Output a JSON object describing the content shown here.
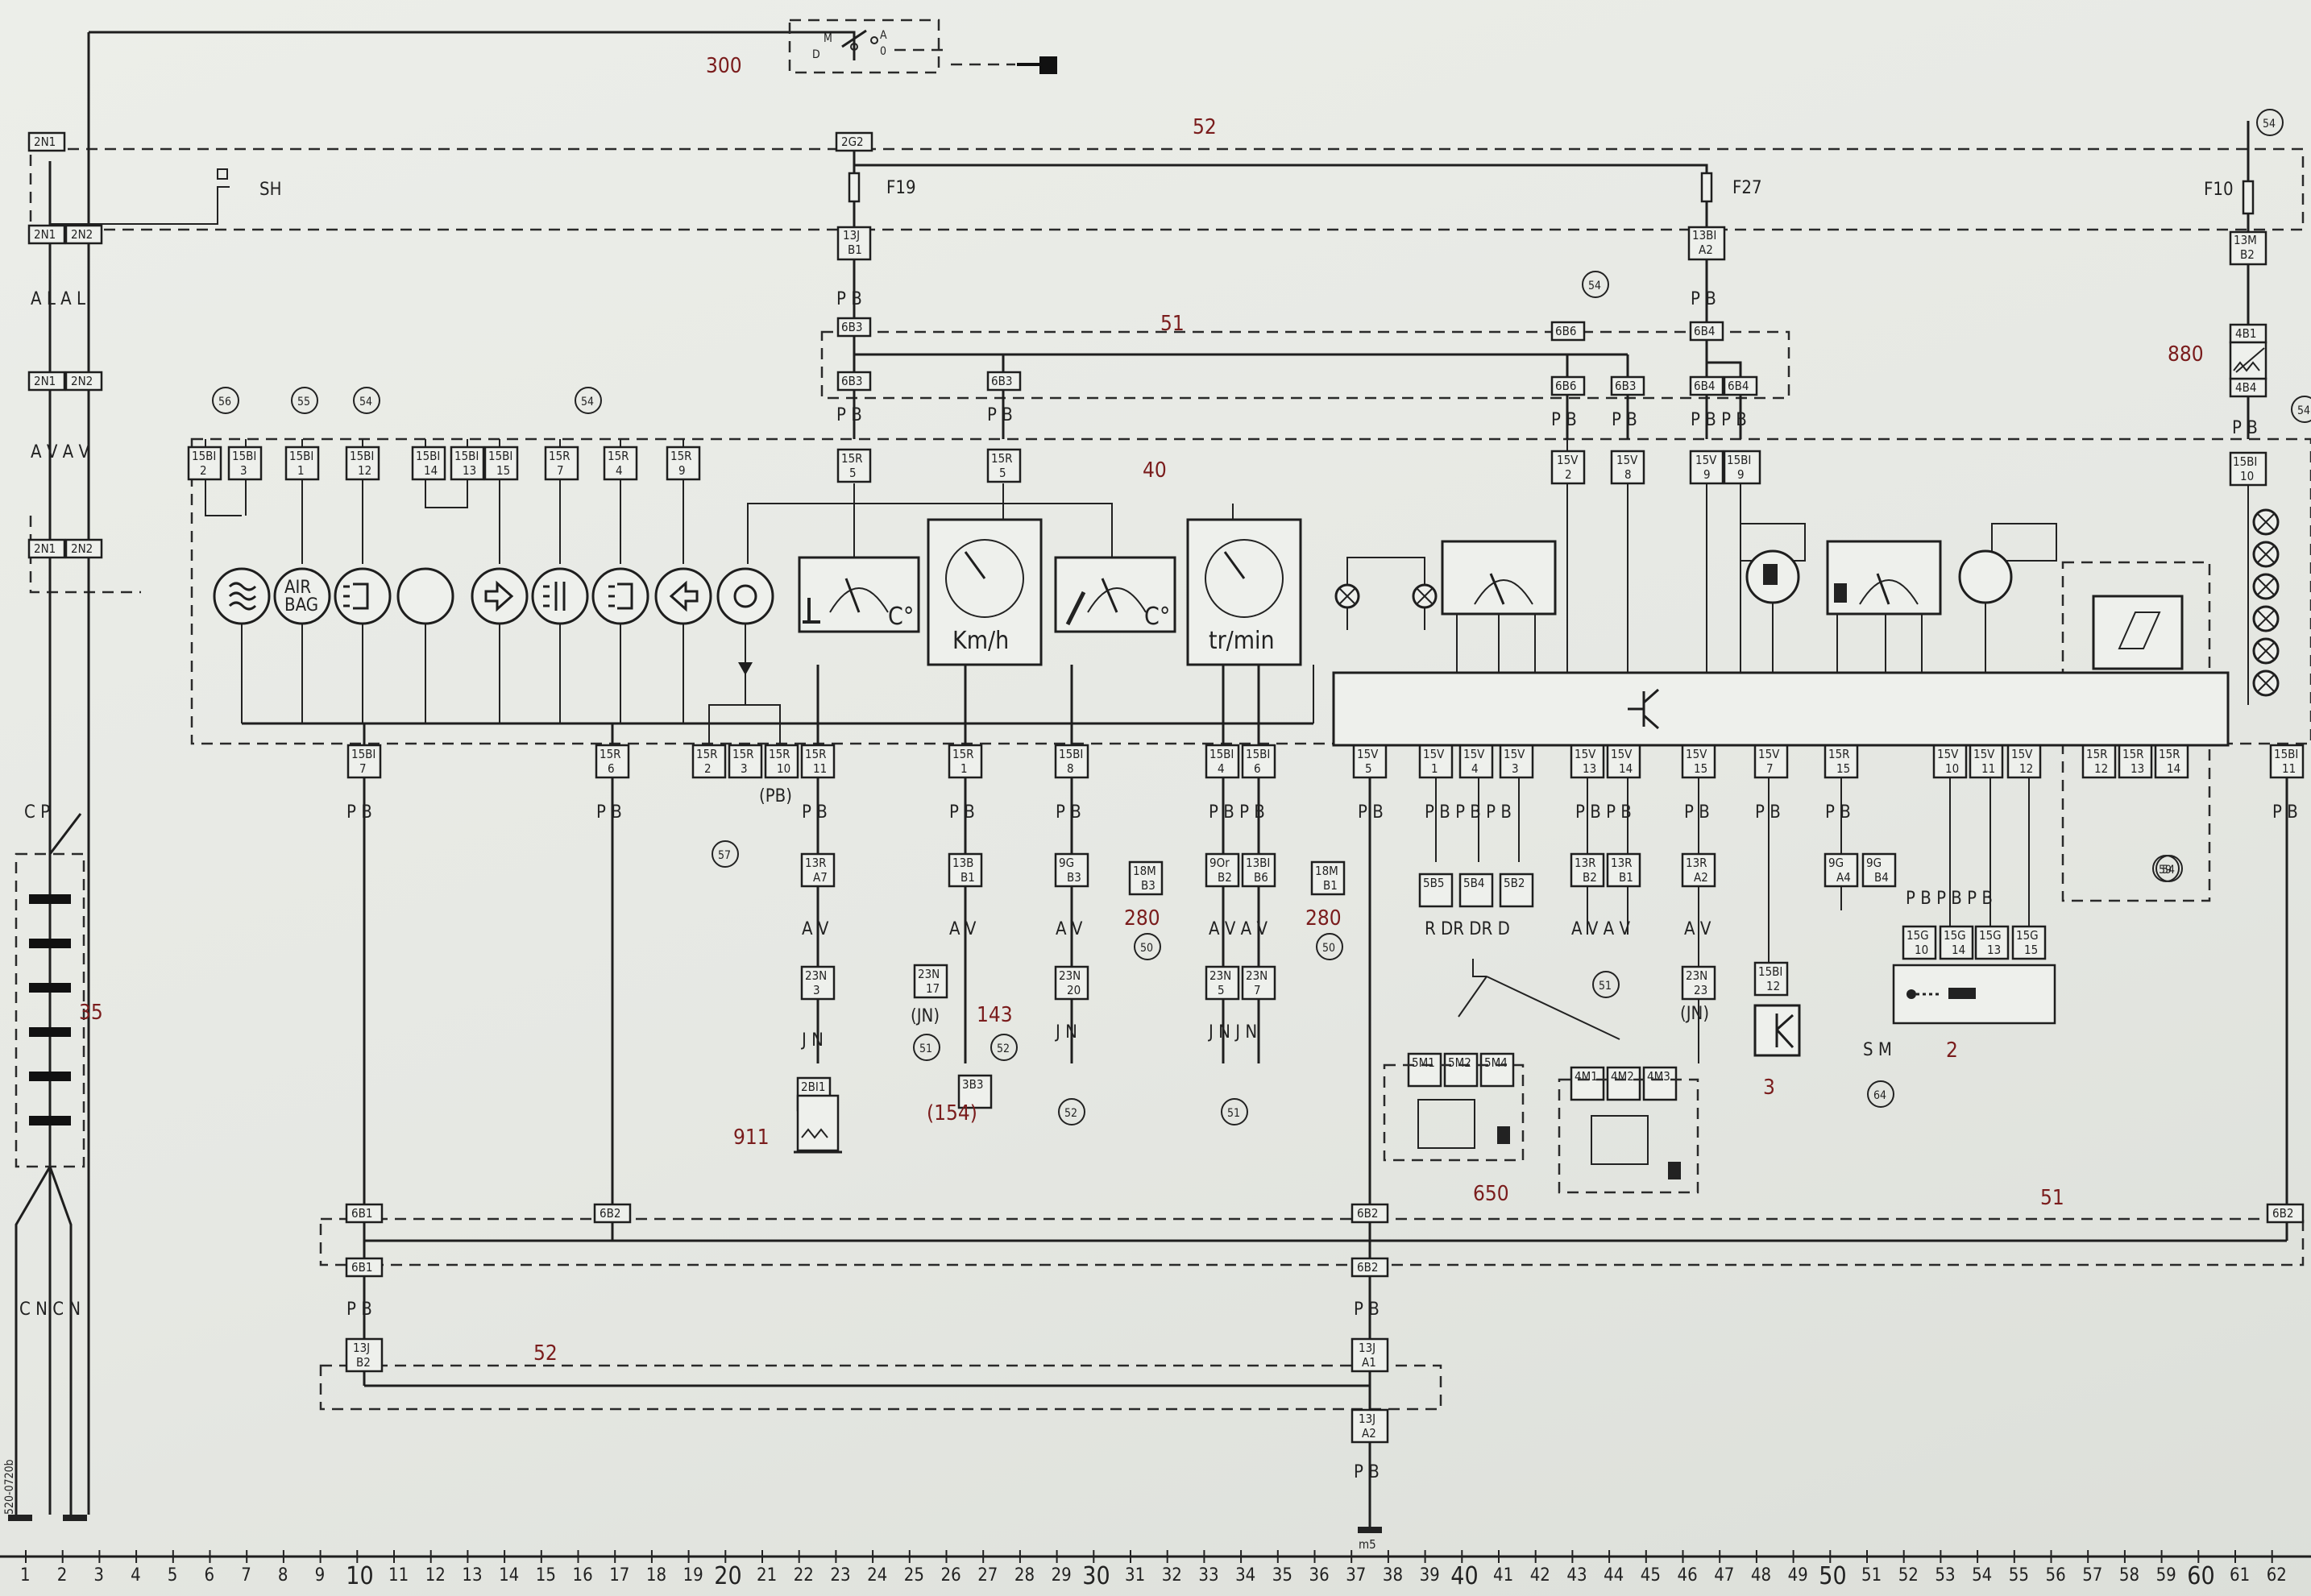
{
  "diagram": {
    "ref_code": "520-0720b",
    "zones": [
      {
        "id": "52",
        "label": "52"
      },
      {
        "id": "51",
        "label": "51"
      },
      {
        "id": "40",
        "label": "40"
      },
      {
        "id": "51b",
        "label": "51"
      },
      {
        "id": "52b",
        "label": "52"
      }
    ],
    "components": {
      "ignition_switch": {
        "code": "300",
        "positions": [
          "M",
          "D",
          "A",
          "0"
        ]
      },
      "fuse_f19": "F19",
      "fuse_f27": "F27",
      "fuse_f10": "F10",
      "shunt": "SH",
      "battery": "35",
      "rheostat": "880",
      "tacho_source_left": "280",
      "tacho_source_right": "280",
      "sensor_911": "911",
      "speed_sender": "143",
      "speed_ref": "(154)",
      "fuel_unit": "650",
      "relay_3": "3",
      "immobiliser_2": "2"
    },
    "cluster_gauges": [
      {
        "id": "coolant",
        "unit": "C°"
      },
      {
        "id": "speedo",
        "unit": "Km/h"
      },
      {
        "id": "oil",
        "unit": "C°"
      },
      {
        "id": "tacho",
        "unit": "tr/min"
      }
    ],
    "warning_lamps": [
      {
        "id": "lamp-preheat",
        "label": "",
        "ref": "56"
      },
      {
        "id": "lamp-airbag",
        "label": "AIR BAG",
        "ref": "55"
      },
      {
        "id": "lamp-main-beam",
        "label": "",
        "ref": "54"
      },
      {
        "id": "lamp-blank",
        "label": "",
        "ref": ""
      },
      {
        "id": "lamp-left-turn",
        "label": "",
        "ref": "54"
      },
      {
        "id": "lamp-rear-fog",
        "label": "",
        "ref": "54"
      },
      {
        "id": "lamp-fog",
        "label": "",
        "ref": "54"
      },
      {
        "id": "lamp-right-turn",
        "label": "",
        "ref": "54"
      },
      {
        "id": "lamp-brake",
        "label": "",
        "ref": ""
      }
    ],
    "circle_refs": [
      "56",
      "55",
      "54",
      "54",
      "54",
      "54",
      "54",
      "57",
      "51",
      "52",
      "51",
      "50",
      "50",
      "52",
      "51",
      "59",
      "54",
      "64"
    ],
    "conn_labels": {
      "c_2N1_a": "2N1",
      "c_2N1_b": "2N1",
      "c_2N2_b": "2N2",
      "c_2N1_c": "2N1",
      "c_2N2_c": "2N2",
      "c_2N1_d": "2N1",
      "c_2N2_d": "2N2",
      "c_2G2": "2G2",
      "c_13JB1": "13J",
      "c_13JB1b": "B1",
      "c_6B3a": "6B3",
      "c_6B3b": "6B3",
      "c_6B3c": "6B3",
      "c_15R5": "15R",
      "c_15R5b": "5",
      "c_15R5c": "15R",
      "c_15R5d": "5",
      "c_13BIA2": "13BI",
      "c_13BIA2b": "A2",
      "c_6B6": "6B6",
      "c_6B6b": "6B6",
      "c_6B3d": "6B3",
      "c_6B4": "6B4",
      "c_6B4b": "6B4",
      "c_6B4c": "6B4",
      "c_15V2": "15V",
      "c_15V2b": "2",
      "c_15V8": "15V",
      "c_15V8b": "8",
      "c_15V9": "15V",
      "c_15V9b": "9",
      "c_15BI9": "15BI",
      "c_15BI9b": "9",
      "c_13MB2": "13M",
      "c_13MB2b": "B2",
      "c_4B1": "4B1",
      "c_4B4": "4B4",
      "c_15BI10": "15BI",
      "c_15BI10b": "10",
      "c_6B1": "6B1",
      "c_6B1b": "6B1",
      "c_6B2": "6B2",
      "c_6B2b": "6B2",
      "c_6B2c": "6B2",
      "c_6B2d": "6B2",
      "c_13JB2": "13J",
      "c_13JB2b": "B2",
      "c_13JA1": "13J",
      "c_13JA1b": "A1",
      "c_13JA2": "13J",
      "c_13JA2b": "A2",
      "c_m5": "m5"
    },
    "top_pins": [
      {
        "c": "15BI",
        "p": "2"
      },
      {
        "c": "15BI",
        "p": "3"
      },
      {
        "c": "15BI",
        "p": "1"
      },
      {
        "c": "15BI",
        "p": "12"
      },
      {
        "c": "15BI",
        "p": "14"
      },
      {
        "c": "15BI",
        "p": "13"
      },
      {
        "c": "15BI",
        "p": "15"
      },
      {
        "c": "15R",
        "p": "7"
      },
      {
        "c": "15R",
        "p": "4"
      },
      {
        "c": "15R",
        "p": "9"
      }
    ],
    "bottom_pins": [
      {
        "c": "15BI",
        "p": "7"
      },
      {
        "c": "15R",
        "p": "6"
      },
      {
        "c": "15R",
        "p": "2"
      },
      {
        "c": "15R",
        "p": "3"
      },
      {
        "c": "15R",
        "p": "10"
      },
      {
        "c": "15R",
        "p": "11"
      },
      {
        "c": "15R",
        "p": "1"
      },
      {
        "c": "15BI",
        "p": "8"
      },
      {
        "c": "15BI",
        "p": "4"
      },
      {
        "c": "15BI",
        "p": "6"
      },
      {
        "c": "15V",
        "p": "5"
      },
      {
        "c": "15V",
        "p": "1"
      },
      {
        "c": "15V",
        "p": "4"
      },
      {
        "c": "15V",
        "p": "3"
      },
      {
        "c": "15V",
        "p": "13"
      },
      {
        "c": "15V",
        "p": "14"
      },
      {
        "c": "15V",
        "p": "15"
      },
      {
        "c": "15V",
        "p": "7"
      },
      {
        "c": "15R",
        "p": "15"
      },
      {
        "c": "15V",
        "p": "10"
      },
      {
        "c": "15V",
        "p": "11"
      },
      {
        "c": "15V",
        "p": "12"
      },
      {
        "c": "15R",
        "p": "12"
      },
      {
        "c": "15R",
        "p": "13"
      },
      {
        "c": "15R",
        "p": "14"
      },
      {
        "c": "15BI",
        "p": "11"
      }
    ],
    "lower_conns": [
      {
        "a": "13R",
        "b": "A7"
      },
      {
        "a": "23N",
        "b": "3"
      },
      {
        "a": "2BI1",
        "b": ""
      },
      {
        "a": "13B",
        "b": "B1"
      },
      {
        "a": "23N",
        "b": "17"
      },
      {
        "a": "3B3",
        "b": ""
      },
      {
        "a": "9G",
        "b": "B3"
      },
      {
        "a": "23N",
        "b": "20"
      },
      {
        "a": "18M",
        "b": "B3"
      },
      {
        "a": "9Or",
        "b": "B2"
      },
      {
        "a": "13BI",
        "b": "B6"
      },
      {
        "a": "18M",
        "b": "B1"
      },
      {
        "a": "23N",
        "b": "5"
      },
      {
        "a": "23N",
        "b": "7"
      },
      {
        "a": "5B5",
        "b": ""
      },
      {
        "a": "5B4",
        "b": ""
      },
      {
        "a": "5B2",
        "b": ""
      },
      {
        "a": "13R",
        "b": "B2"
      },
      {
        "a": "13R",
        "b": "B1"
      },
      {
        "a": "13R",
        "b": "A2"
      },
      {
        "a": "23N",
        "b": "23"
      },
      {
        "a": "15BI",
        "b": "12"
      },
      {
        "a": "9G",
        "b": "A4"
      },
      {
        "a": "9G",
        "b": "B4"
      },
      {
        "a": "15G",
        "b": "10"
      },
      {
        "a": "15G",
        "b": "14"
      },
      {
        "a": "15G",
        "b": "13"
      },
      {
        "a": "15G",
        "b": "15"
      },
      {
        "a": "5M1",
        "b": ""
      },
      {
        "a": "5M2",
        "b": ""
      },
      {
        "a": "5M4",
        "b": ""
      },
      {
        "a": "4M1",
        "b": ""
      },
      {
        "a": "4M2",
        "b": ""
      },
      {
        "a": "4M3",
        "b": ""
      }
    ],
    "wire_colours": {
      "AL": "A L A L",
      "AV": "A V A V",
      "PB": "P B",
      "AV2": "A V",
      "JN": "J N",
      "JN2": "(JN)",
      "CP": "C P",
      "CNCN": "C N C N",
      "PBx": "(PB)",
      "SM": "S M",
      "RDRDRD": "R  DR  DR  D",
      "AVAV": "A V A V",
      "PBPB": "P B P B",
      "JNJN": "J N J N",
      "PBPBPB": "P B P B P B"
    },
    "axis": {
      "numbers": [
        "1",
        "2",
        "3",
        "4",
        "5",
        "6",
        "7",
        "8",
        "9",
        "10",
        "11",
        "12",
        "13",
        "14",
        "15",
        "16",
        "17",
        "18",
        "19",
        "20",
        "21",
        "22",
        "23",
        "24",
        "25",
        "26",
        "27",
        "28",
        "29",
        "30",
        "31",
        "32",
        "33",
        "34",
        "35",
        "36",
        "37",
        "38",
        "39",
        "40",
        "41",
        "42",
        "43",
        "44",
        "45",
        "46",
        "47",
        "48",
        "49",
        "50",
        "51",
        "52",
        "53",
        "54",
        "55",
        "56",
        "57",
        "58",
        "59",
        "60",
        "61",
        "62"
      ]
    }
  }
}
